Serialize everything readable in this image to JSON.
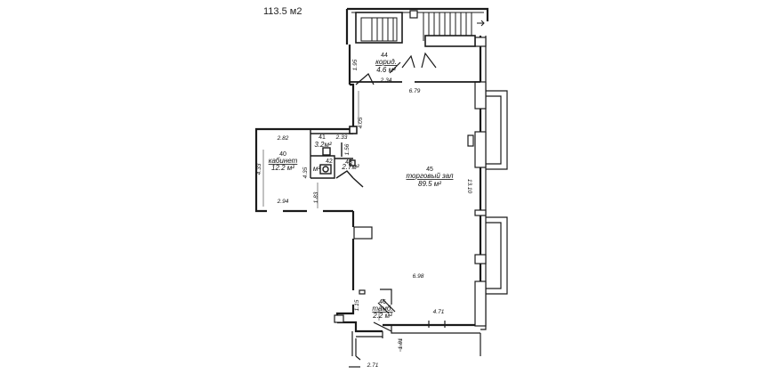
{
  "total_area": "113.5 м2",
  "rooms": {
    "r40": {
      "number": "40",
      "name": "кабинет",
      "area": "12.2 м²"
    },
    "r41": {
      "number": "41",
      "area": "3.2м²"
    },
    "r42": {
      "number": "42",
      "area": "м²"
    },
    "r43": {
      "number": "43",
      "area": "2.7м²"
    },
    "r44": {
      "number": "44",
      "name": "корид.",
      "area": "4.6 м²"
    },
    "r45": {
      "number": "45",
      "name": "торговый зал",
      "area": "89.5 м²"
    },
    "r46": {
      "number": "46",
      "name": "тамб.",
      "area": "2.2 м²"
    }
  },
  "dimensions": {
    "d_2_82": "2.82",
    "d_4_33": "4.33",
    "d_4_35": "4.35",
    "d_1_83": "1.83",
    "d_2_94": "2.94",
    "d_2_33": "2.33",
    "d_1_56": "1.56",
    "d_4_05": "4.05",
    "d_1_95": "1.95",
    "d_2_34": "2.34",
    "d_6_79": "6.79",
    "d_13_10": "13.10",
    "d_6_98": "6.98",
    "d_4_71": "4.71",
    "d_1_15": "1.15",
    "d_1_81": "1.81",
    "d_2_71": "2.71"
  }
}
